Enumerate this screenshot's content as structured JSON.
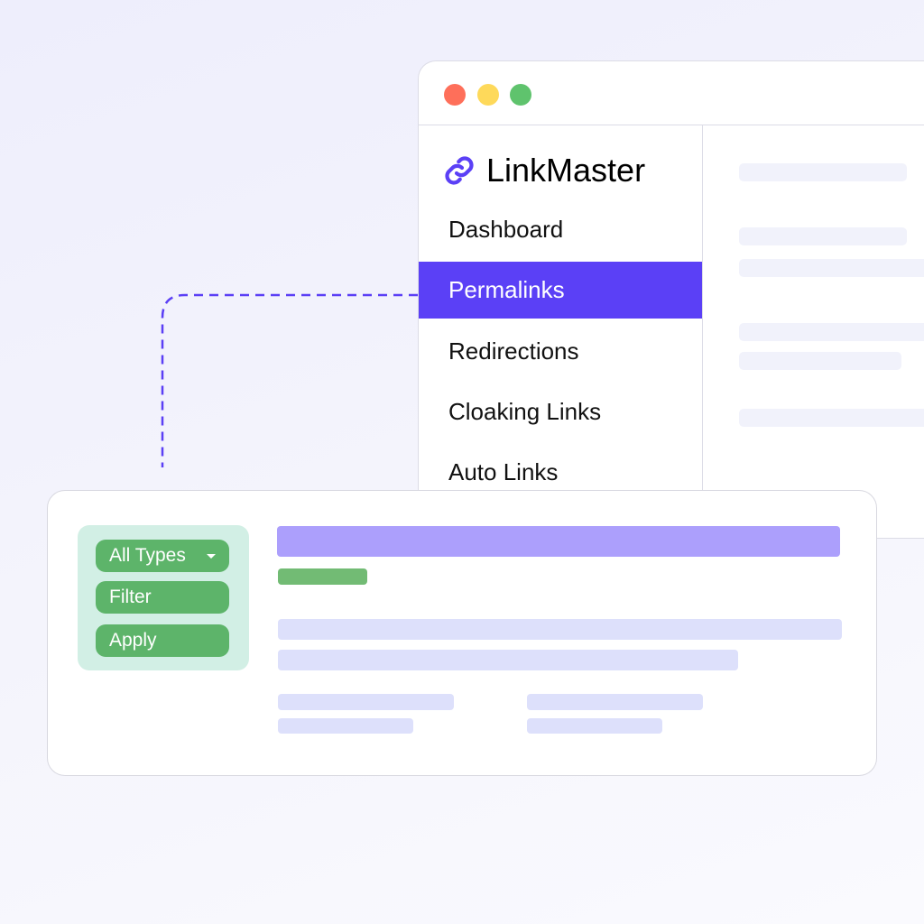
{
  "window": {
    "controls": [
      "close",
      "minimize",
      "maximize"
    ],
    "colors": {
      "close": "#fe6f5a",
      "minimize": "#fed95a",
      "maximize": "#5fc36d"
    }
  },
  "sidebar": {
    "app_name": "LinkMaster",
    "logo_icon": "link-icon",
    "items": [
      {
        "label": "Dashboard",
        "active": false
      },
      {
        "label": "Permalinks",
        "active": true
      },
      {
        "label": "Redirections",
        "active": false
      },
      {
        "label": "Cloaking Links",
        "active": false
      },
      {
        "label": "Auto Links",
        "active": false
      }
    ]
  },
  "filter_panel": {
    "type_select": "All Types",
    "filter_label": "Filter",
    "apply_label": "Apply"
  },
  "colors": {
    "accent": "#5b40f6",
    "green": "#5db46a",
    "panel": "#d2efe5",
    "placeholder": "#dde0fb",
    "title_placeholder": "#ac9ffc"
  }
}
